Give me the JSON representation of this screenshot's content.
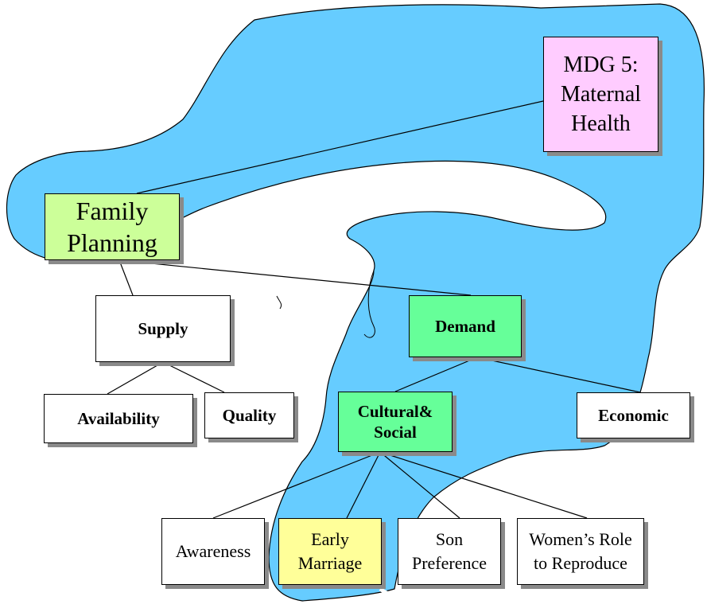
{
  "colors": {
    "background_shape": "#66ccff",
    "goal": "#ffccff",
    "family_planning": "#ccff99",
    "driver": "#66ff99",
    "highlight": "#ffff99",
    "neutral": "#ffffff",
    "line": "#000000",
    "shadow": "#8a8a8a"
  },
  "nodes": {
    "mdg5": {
      "text": "MDG 5:\nMaternal\nHealth"
    },
    "family_planning": {
      "text": "Family\nPlanning"
    },
    "supply": {
      "text": "Supply"
    },
    "demand": {
      "text": "Demand"
    },
    "availability": {
      "text": "Availability"
    },
    "quality": {
      "text": "Quality"
    },
    "cultural_social": {
      "text": "Cultural&\nSocial"
    },
    "economic": {
      "text": "Economic"
    },
    "awareness": {
      "text": "Awareness"
    },
    "early_marriage": {
      "text": "Early\nMarriage"
    },
    "son_preference": {
      "text": "Son\nPreference"
    },
    "womens_role": {
      "text": "Women’s Role\nto  Reproduce"
    }
  }
}
